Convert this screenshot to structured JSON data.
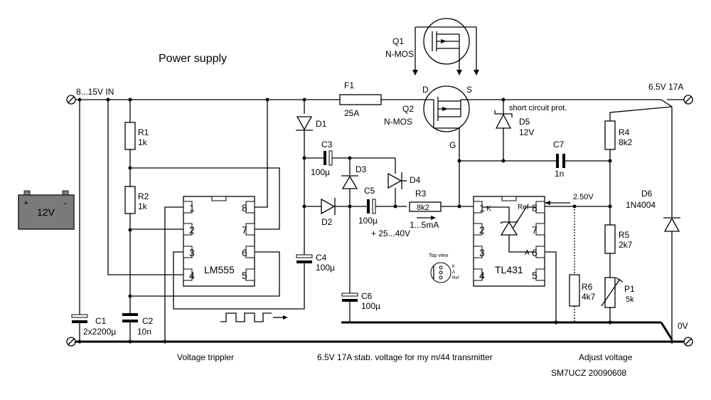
{
  "title": "Power supply",
  "input_label": "8...15V IN",
  "output_label": "6.5V 17A",
  "ground_label": "0V",
  "battery_label": "12V",
  "battery_plus": "+",
  "battery_minus": "-",
  "components": {
    "q1": {
      "ref": "Q1",
      "type": "N-MOS"
    },
    "q2": {
      "ref": "Q2",
      "type": "N-MOS",
      "pin_d": "D",
      "pin_s": "S",
      "pin_g": "G"
    },
    "f1": {
      "ref": "F1",
      "value": "25A"
    },
    "r1": {
      "ref": "R1",
      "value": "1k"
    },
    "r2": {
      "ref": "R2",
      "value": "1k"
    },
    "r3": {
      "ref": "R3",
      "value": "8k2"
    },
    "r4": {
      "ref": "R4",
      "value": "8k2"
    },
    "r5": {
      "ref": "R5",
      "value": "2k7"
    },
    "r6": {
      "ref": "R6",
      "value": "4k7"
    },
    "p1": {
      "ref": "P1",
      "value": "5k"
    },
    "c1": {
      "ref": "C1",
      "value": "2x2200µ"
    },
    "c2": {
      "ref": "C2",
      "value": "10n"
    },
    "c3": {
      "ref": "C3",
      "value": "100µ"
    },
    "c4": {
      "ref": "C4",
      "value": "100µ"
    },
    "c5": {
      "ref": "C5",
      "value": "100µ"
    },
    "c6": {
      "ref": "C6",
      "value": "100µ"
    },
    "c7": {
      "ref": "C7",
      "value": "1n"
    },
    "d1": {
      "ref": "D1"
    },
    "d2": {
      "ref": "D2"
    },
    "d3": {
      "ref": "D3"
    },
    "d4": {
      "ref": "D4"
    },
    "d5": {
      "ref": "D5",
      "value": "12V"
    },
    "d6": {
      "ref": "D6",
      "value": "1N4004"
    },
    "lm555": {
      "ref": "LM555",
      "pins_left": [
        "1",
        "2",
        "3",
        "4"
      ],
      "pins_right": [
        "8",
        "7",
        "6",
        "5"
      ]
    },
    "tl431": {
      "ref": "TL431",
      "pins_left": [
        "1",
        "2",
        "3",
        "4"
      ],
      "pins_right": [
        "8",
        "7",
        "6",
        "5"
      ],
      "pin_k": "K",
      "pin_ref": "Ref",
      "pin_a": "A"
    }
  },
  "annotations": {
    "short_circuit": "short circuit prot.",
    "current": "1...5mA",
    "tripler_voltage": "+ 25...40V",
    "ref_voltage": "2.50V",
    "top_view": "Top view",
    "pinout": [
      "K",
      "A",
      "Ref"
    ]
  },
  "footer": {
    "tripler": "Voltage trippler",
    "description": "6.5V 17A stab. voltage for my m/44 transmitter",
    "adjust": "Adjust voltage",
    "credit": "SM7UCZ 20090608"
  }
}
